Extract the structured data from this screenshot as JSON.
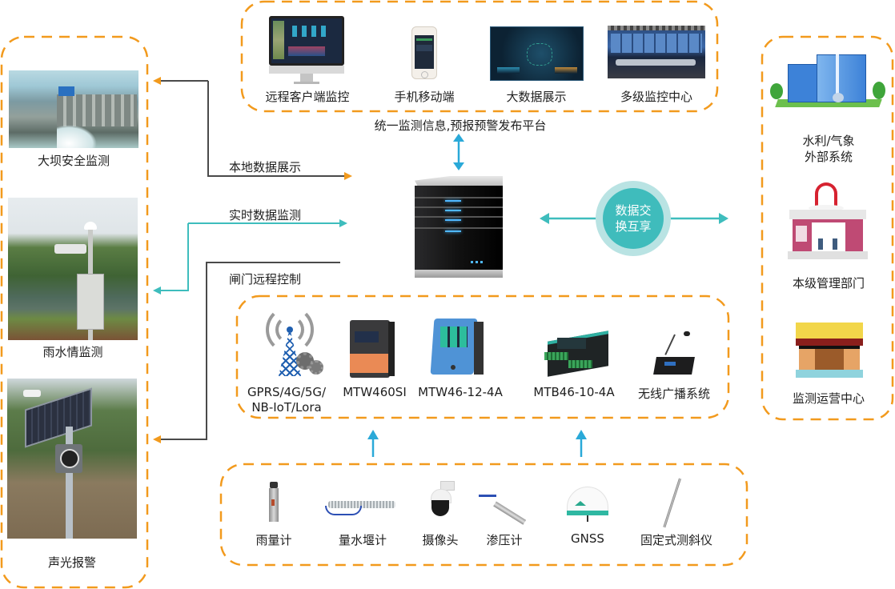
{
  "top_group": {
    "items": [
      {
        "label": "远程客户端监控",
        "icon": "monitor-icon"
      },
      {
        "label": "手机移动端",
        "icon": "smartphone-icon"
      },
      {
        "label": "大数据展示",
        "icon": "big-screen-icon"
      },
      {
        "label": "多级监控中心",
        "icon": "control-room-icon"
      }
    ],
    "caption": "统一监测信息,预报预警发布平台"
  },
  "left_group": {
    "items": [
      {
        "label": "大坝安全监测",
        "icon": "dam-photo"
      },
      {
        "label": "雨水情监测",
        "icon": "rain-station-photo"
      },
      {
        "label": "声光报警",
        "icon": "alarm-pole-photo"
      }
    ]
  },
  "flows": {
    "local_display": "本地数据展示",
    "realtime_monitor": "实时数据监测",
    "gate_control": "闸门远程控制"
  },
  "center": {
    "server_icon": "server-icon",
    "exchange_label_line1": "数据交",
    "exchange_label_line2": "换互享"
  },
  "right_group": {
    "items": [
      {
        "label_line1": "水利/气象",
        "label_line2": "外部系统",
        "icon": "office-building-icon"
      },
      {
        "label_line1": "本级管理部门",
        "label_line2": "",
        "icon": "department-building-icon"
      },
      {
        "label_line1": "监测运营中心",
        "label_line2": "",
        "icon": "operations-center-icon"
      }
    ]
  },
  "device_group": {
    "items": [
      {
        "label_line1": "GPRS/4G/5G/",
        "label_line2": "NB-IoT/Lora",
        "icon": "cell-tower-icon"
      },
      {
        "label_line1": "MTW460SI",
        "label_line2": "",
        "icon": "rtu-orange-icon"
      },
      {
        "label_line1": "MTW46-12-4A",
        "label_line2": "",
        "icon": "rtu-blue-icon"
      },
      {
        "label_line1": "MTB46-10-4A",
        "label_line2": "",
        "icon": "rtu-green-icon"
      },
      {
        "label_line1": "无线广播系统",
        "label_line2": "",
        "icon": "broadcast-mic-icon"
      }
    ]
  },
  "sensor_group": {
    "items": [
      {
        "label": "雨量计",
        "icon": "rain-gauge-icon"
      },
      {
        "label": "量水堰计",
        "icon": "weir-meter-icon"
      },
      {
        "label": "摄像头",
        "icon": "camera-icon"
      },
      {
        "label": "渗压计",
        "icon": "piezometer-icon"
      },
      {
        "label": "GNSS",
        "icon": "gnss-icon"
      },
      {
        "label": "固定式测斜仪",
        "icon": "inclinometer-icon"
      }
    ]
  },
  "colors": {
    "dash_orange": "#f29a1d",
    "arrow_orange": "#f29a1d",
    "teal": "#3ebdbd",
    "blue_arrow": "#2aa9d8",
    "dark_line": "#4a4a4a",
    "exchange_outer": "#b9e3e3",
    "exchange_inner": "#3fbcbc"
  }
}
